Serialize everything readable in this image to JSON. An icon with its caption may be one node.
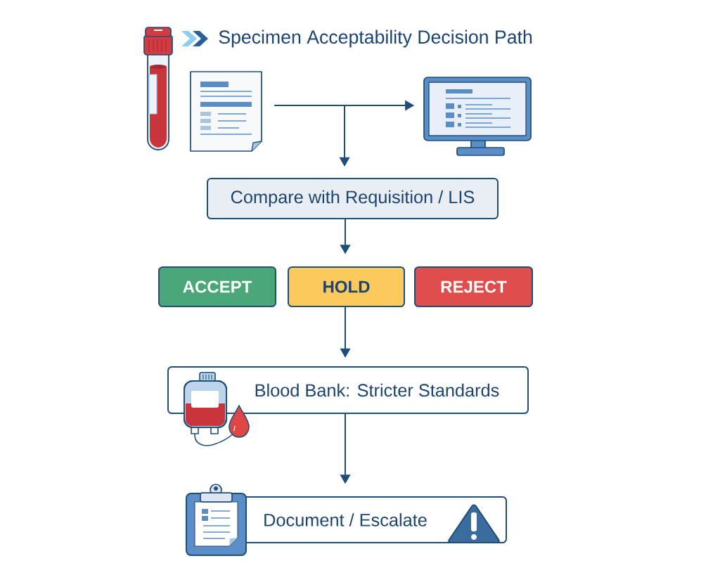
{
  "diagram": {
    "title": "Specimen Acceptability Decision Path",
    "nodes": [
      {
        "text": [],
        "shape": "picture"
      },
      {
        "text": [],
        "shape": "picture"
      },
      {
        "text": [
          "Compare with Requisition / LIS"
        ]
      },
      {
        "text": [
          "ACCEPT"
        ]
      },
      {
        "text": [
          "HOLD"
        ]
      },
      {
        "text": [
          "REJECT"
        ]
      },
      {
        "text": [
          "Blood Bank: Stricter Standards"
        ]
      },
      {
        "text": [
          "Document / Escalate"
        ]
      }
    ],
    "edges": [
      {
        "from": 0,
        "to": 1,
        "arrow": "to"
      },
      {
        "from": 0,
        "to": 2,
        "arrow": "to"
      },
      {
        "from": 2,
        "to": 4,
        "arrow": "to"
      },
      {
        "from": 4,
        "to": 6,
        "arrow": "to"
      },
      {
        "from": 6,
        "to": 7,
        "arrow": "to"
      }
    ]
  }
}
